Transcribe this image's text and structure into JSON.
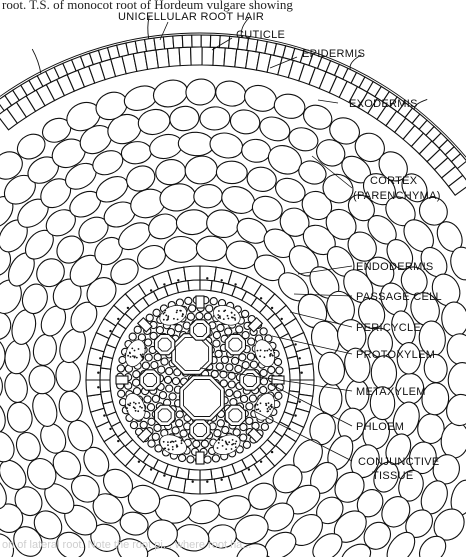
{
  "caption": {
    "text": "root. T.S. of monocot root of Hordeum vulgare showing",
    "footer_ghost": "on of lateral root. Note the root pi... where root ha..."
  },
  "labels": {
    "root_hair": "UNICELLULAR ROOT HAIR",
    "cuticle": "CUTICLE",
    "epidermis": "EPIDERMIS",
    "exodermis": "EXODERMIS",
    "cortex_line1": "CORTEX",
    "cortex_line2": "(PARENCHYMA)",
    "endodermis": "ENDODERMIS",
    "passage_cell": "PASSAGE CELL",
    "pericycle": "PERICYCLE",
    "protoxylem": "PROTOXYLEM",
    "metaxylem": "METAXYLEM",
    "phloem": "PHLOEM",
    "conjunctive_line1": "CONJUNCTIVE",
    "conjunctive_line2": "TISSUE"
  },
  "colors": {
    "ink": "#111111",
    "paper": "#ffffff"
  }
}
